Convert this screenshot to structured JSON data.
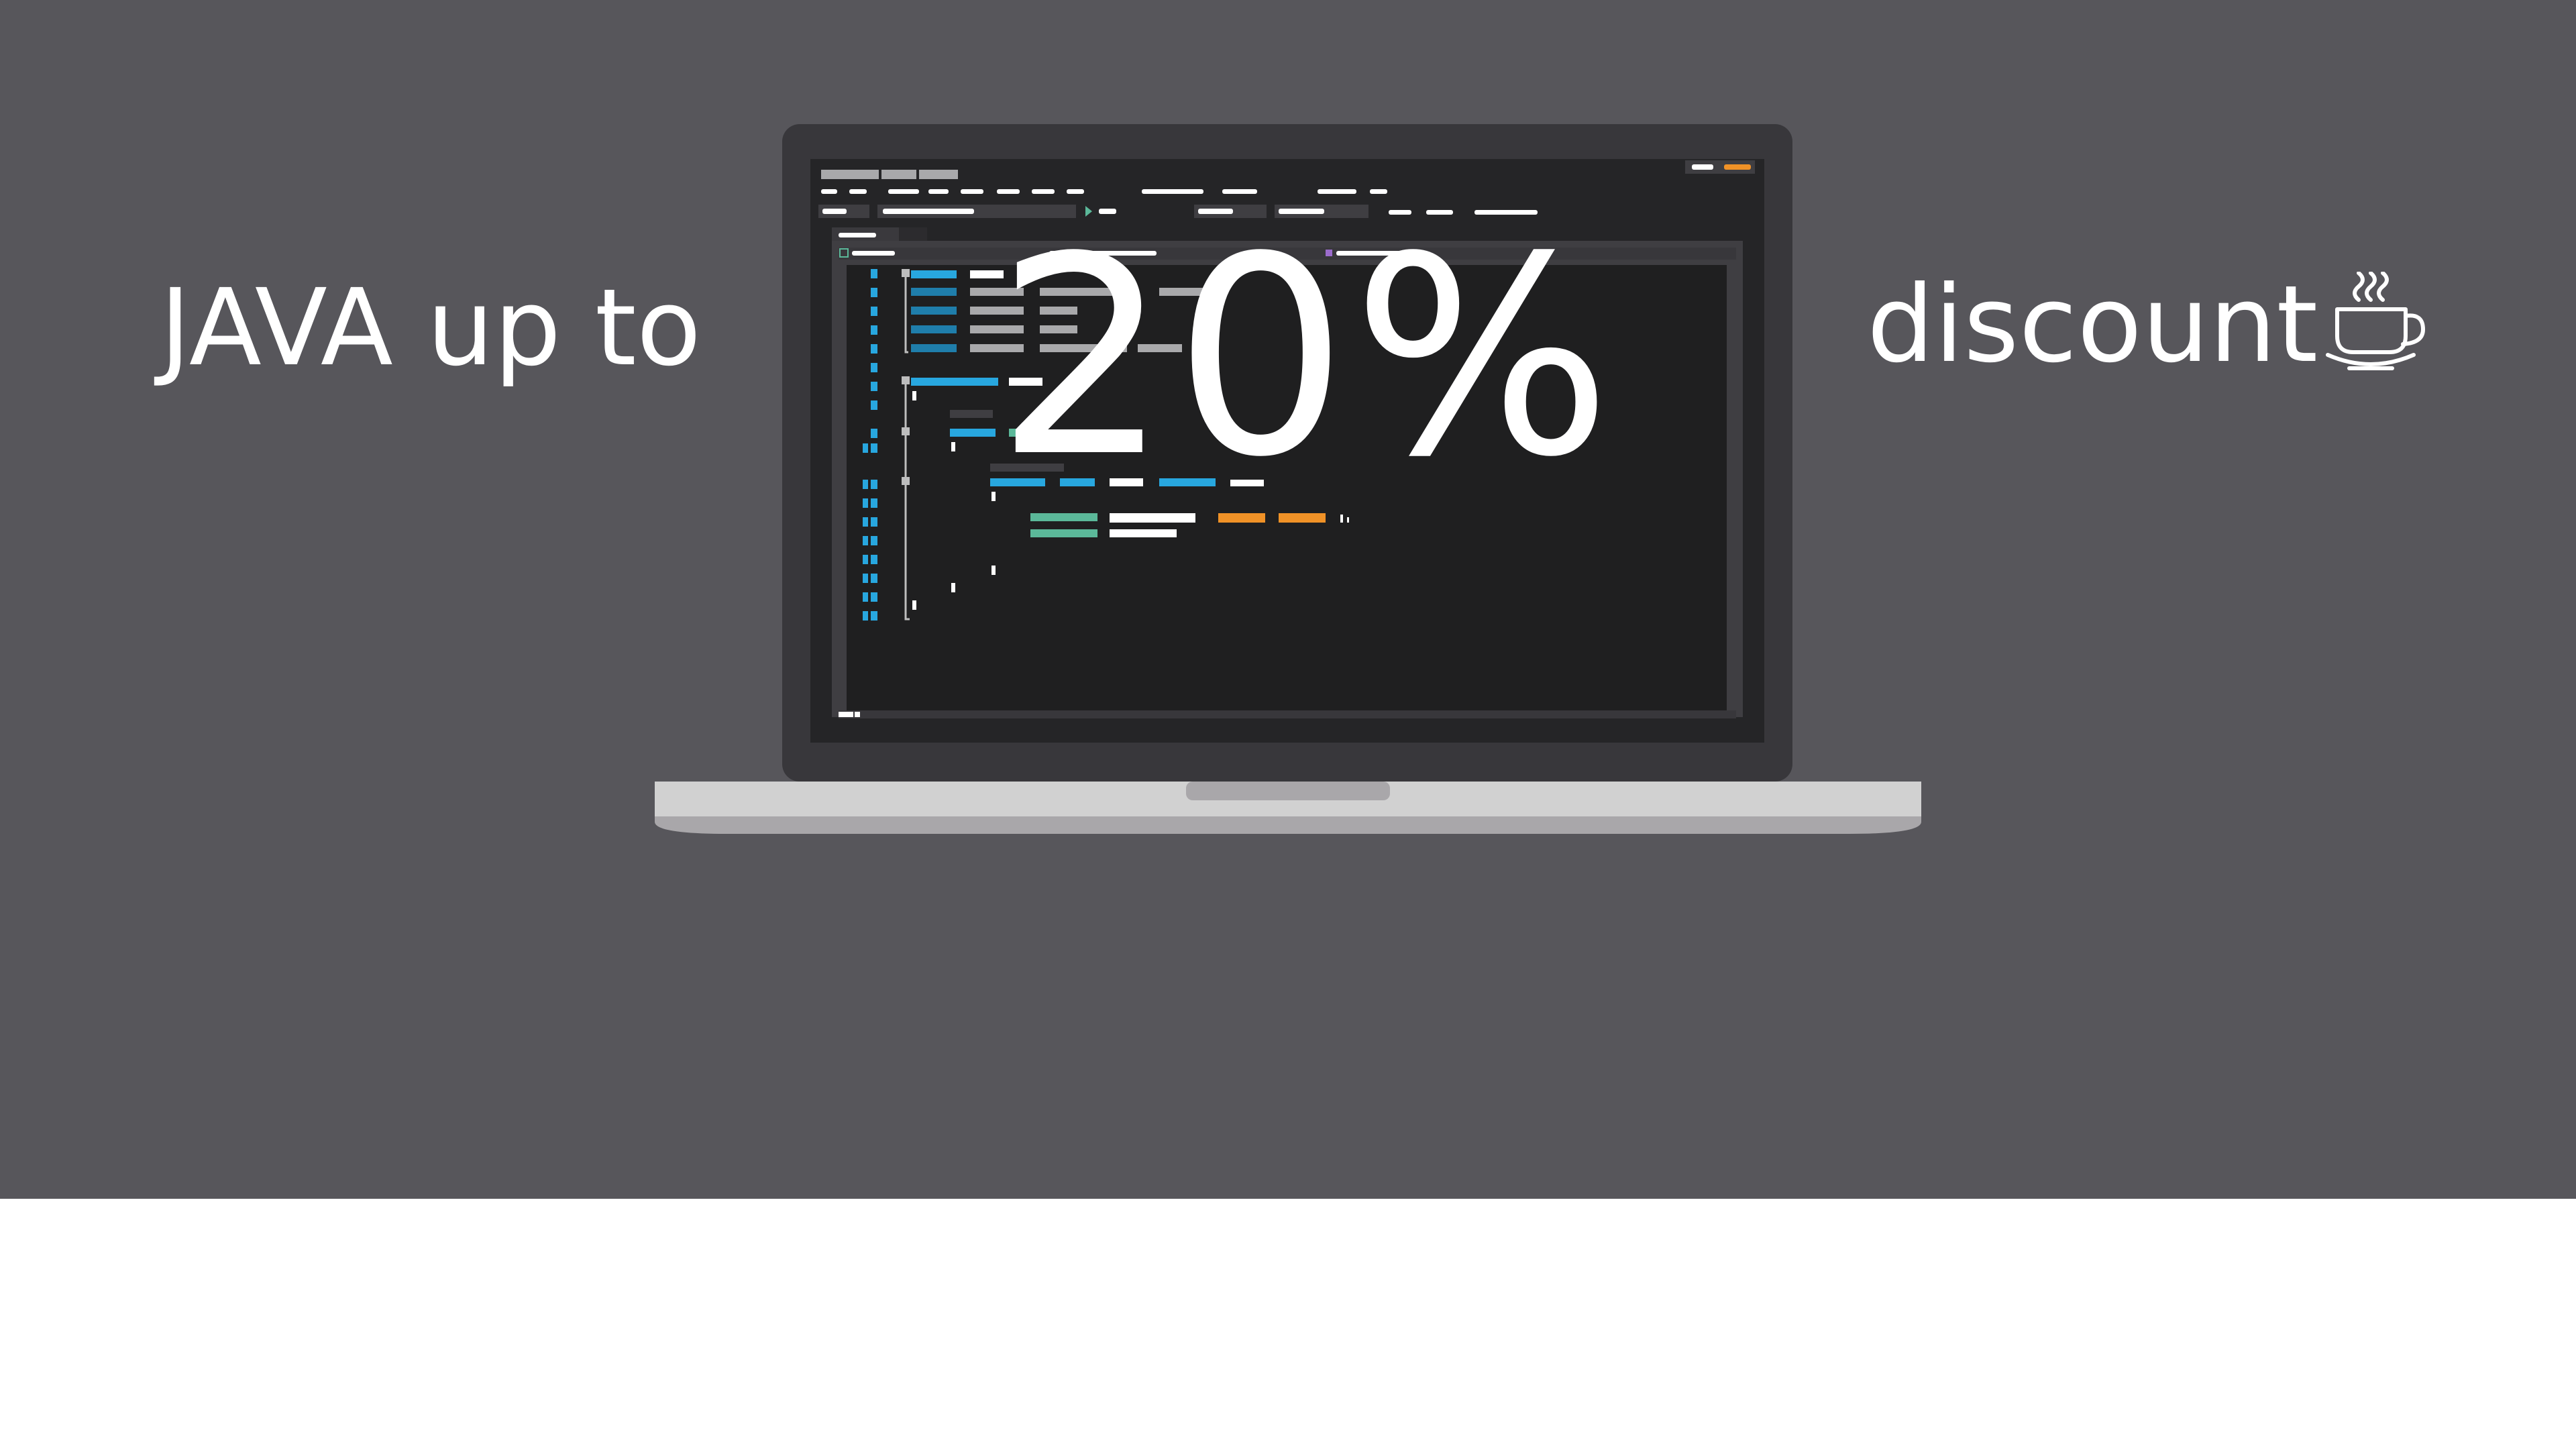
{
  "promo": {
    "lead": "JAVA up to",
    "highlight": "20%",
    "tail": "discount"
  },
  "icons": {
    "cup": "coffee-cup-icon",
    "device": "laptop-icon"
  },
  "colors": {
    "background": "#57565b",
    "text": "#ffffff",
    "keyword_blue": "#28a7df",
    "string_green": "#5bb899",
    "number_orange": "#f09227"
  }
}
